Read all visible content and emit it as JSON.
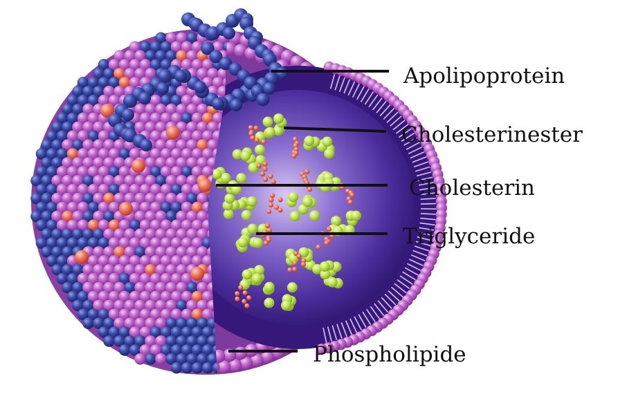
{
  "labels": {
    "apolipoprotein": "Apolipoprotein",
    "cholesterinester": "Cholesterinester",
    "cholesterin": "Cholesterin",
    "triglyceride": "Triglyceride",
    "phospholipide": "Phospholipide"
  },
  "colors": {
    "background": "#ffffff",
    "phospholipid_head": "#b452c2",
    "phospholipid_highlight": "#e6b5ea",
    "apolipoprotein": "#2e3a8c",
    "cholesterol_dot": "#e8674a",
    "cholesteryl_ester": "#b8e04a",
    "triglyceride": "#d2603e",
    "core": "#3b1f8a",
    "line": "#111111"
  }
}
